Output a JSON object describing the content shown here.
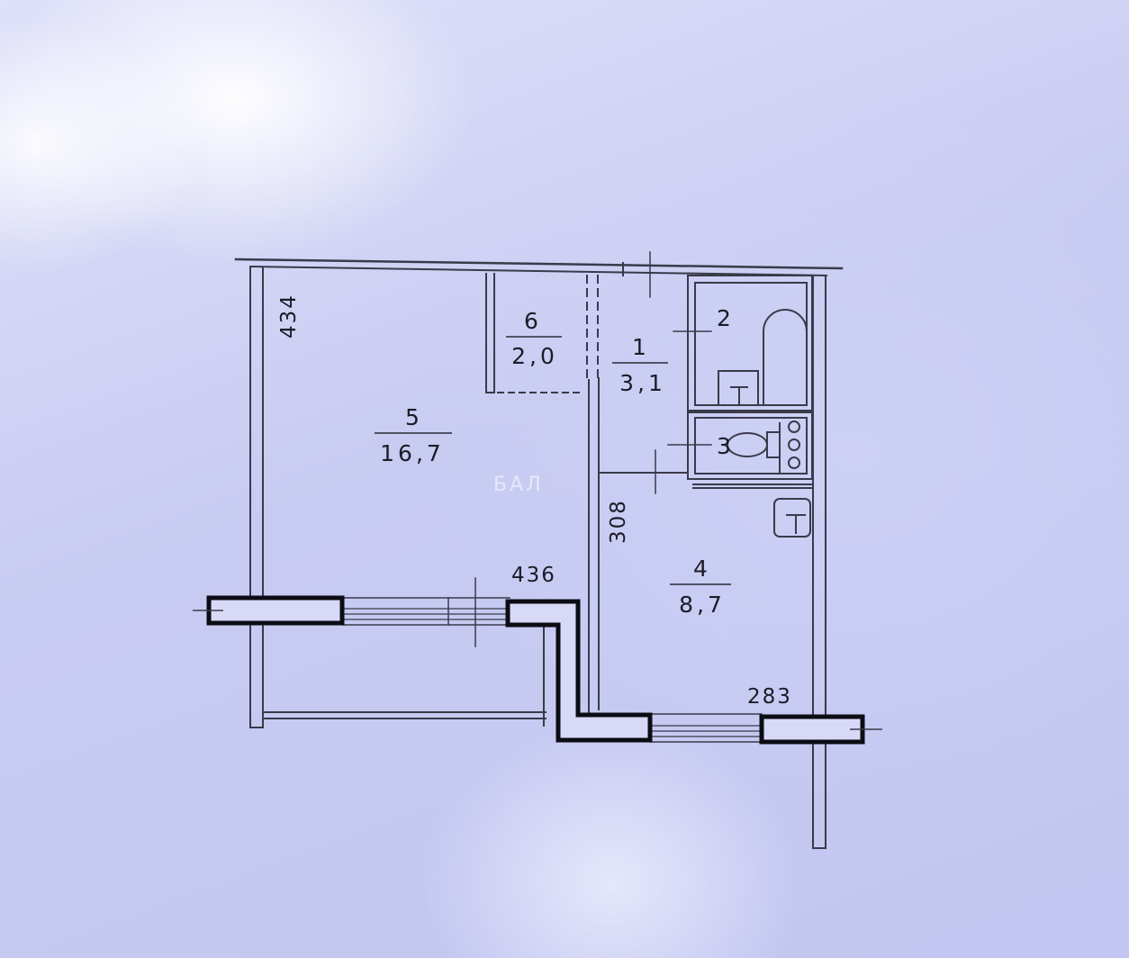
{
  "rooms": [
    {
      "number": "1",
      "area": "3,1"
    },
    {
      "number": "2",
      "area": ""
    },
    {
      "number": "3",
      "area": ""
    },
    {
      "number": "4",
      "area": "8,7"
    },
    {
      "number": "5",
      "area": "16,7"
    },
    {
      "number": "6",
      "area": "2,0"
    }
  ],
  "dimensions": {
    "left_height": "434",
    "corridor_length": "308",
    "room5_width": "436",
    "room4_width": "283"
  },
  "watermark": "БАЛ"
}
